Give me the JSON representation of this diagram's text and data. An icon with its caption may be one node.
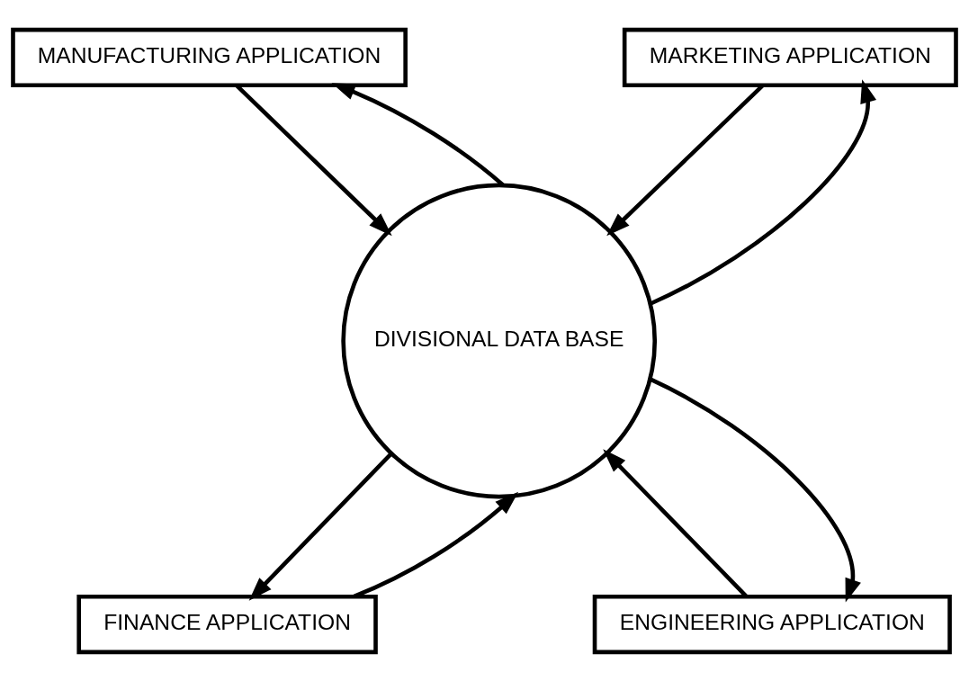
{
  "diagram": {
    "nodes": [
      {
        "text": [
          "MANUFACTURING APPLICATION"
        ]
      },
      {
        "text": [
          "MARKETING APPLICATION"
        ]
      },
      {
        "text": [
          "DIVISIONAL DATA BASE"
        ]
      },
      {
        "text": [
          "FINANCE APPLICATION"
        ]
      },
      {
        "text": [
          "ENGINEERING APPLICATION"
        ]
      }
    ],
    "edges": [
      {
        "from": 0,
        "to": 2,
        "arrow": "to"
      },
      {
        "from": 2,
        "to": 0,
        "arrow": "to"
      },
      {
        "from": 1,
        "to": 2,
        "arrow": "to"
      },
      {
        "from": 2,
        "to": 1,
        "arrow": "to"
      },
      {
        "from": 2,
        "to": 3,
        "arrow": "to"
      },
      {
        "from": 3,
        "to": 2,
        "arrow": "to"
      },
      {
        "from": 4,
        "to": 2,
        "arrow": "to"
      },
      {
        "from": 2,
        "to": 4,
        "arrow": "to"
      }
    ]
  }
}
